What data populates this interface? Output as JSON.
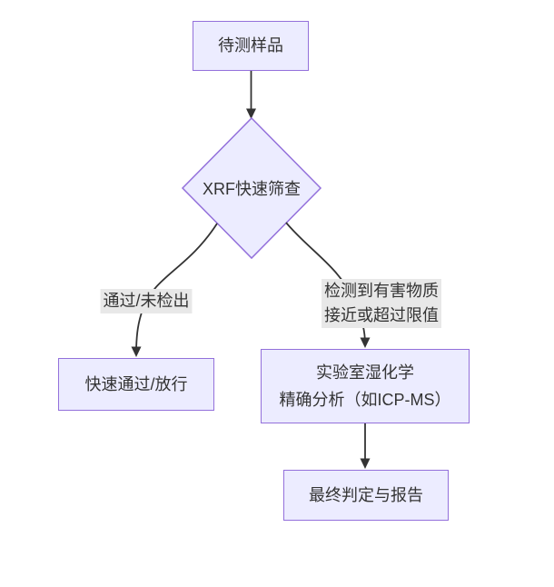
{
  "flowchart": {
    "nodes": {
      "sample": {
        "label": "待测样品"
      },
      "decision": {
        "label": "XRF快速筛查"
      },
      "release": {
        "label": "快速通过/放行"
      },
      "lab": {
        "line1": "实验室湿化学",
        "line2": "精确分析（如ICP-MS）"
      },
      "report": {
        "label": "最终判定与报告"
      }
    },
    "edge_labels": {
      "pass": "通过/未检出",
      "detect_line1": "检测到有害物质",
      "detect_line2": "接近或超过限值"
    },
    "colors": {
      "node_fill": "#ECECFF",
      "node_border": "#9370DB",
      "edge_line": "#333333",
      "edge_label_bg": "#E8E8E8",
      "text": "#333333",
      "canvas_bg": "#FFFFFF"
    }
  }
}
